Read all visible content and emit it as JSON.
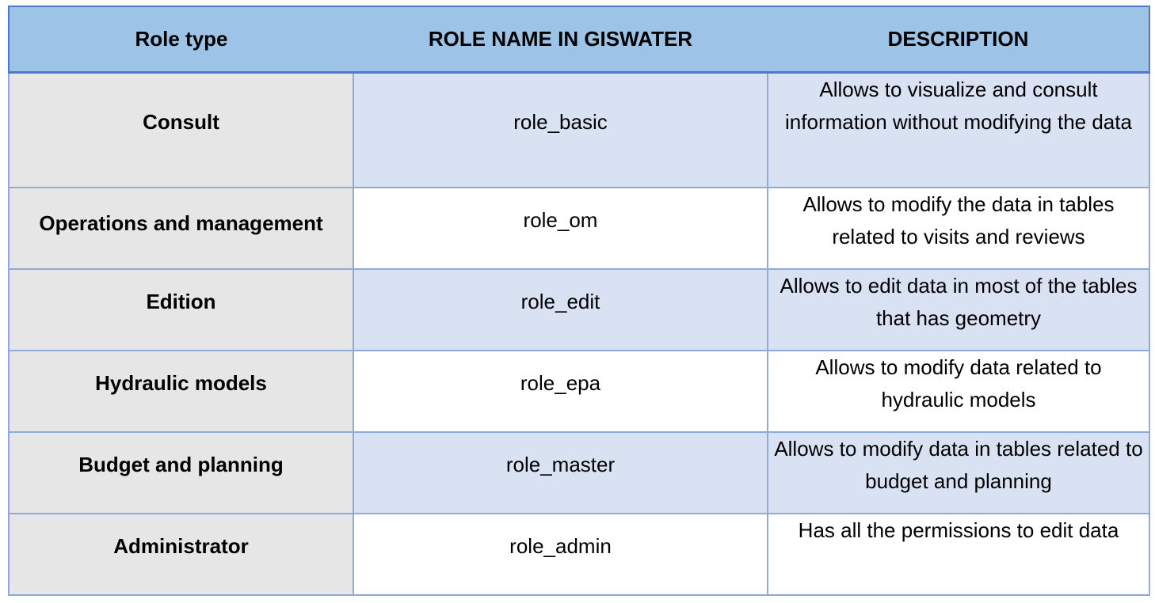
{
  "table": {
    "headers": [
      "Role type",
      "ROLE NAME IN GISWATER",
      "DESCRIPTION"
    ],
    "rows": [
      {
        "role_type": "Consult",
        "role_name": "role_basic",
        "description": "Allows to visualize and consult information without modifying the data"
      },
      {
        "role_type": "Operations and management",
        "role_name": "role_om",
        "description": "Allows to modify the data in tables related to visits and reviews"
      },
      {
        "role_type": "Edition",
        "role_name": "role_edit",
        "description": "Allows to edit data in most of the tables that has geometry"
      },
      {
        "role_type": "Hydraulic models",
        "role_name": "role_epa",
        "description": "Allows to modify data related to hydraulic models"
      },
      {
        "role_type": "Budget and planning",
        "role_name": "role_master",
        "description": "Allows to modify data in tables related to budget and planning"
      },
      {
        "role_type": "Administrator",
        "role_name": "role_admin",
        "description": "Has all the permissions to edit data"
      }
    ]
  },
  "colors": {
    "header_bg": "#9dc3e6",
    "header_border": "#4a7ac9",
    "cell_border": "#8eaadb",
    "role_type_bg": "#e6e6e6",
    "alt_row_bg": "#d9e2f3",
    "plain_row_bg": "#ffffff"
  }
}
